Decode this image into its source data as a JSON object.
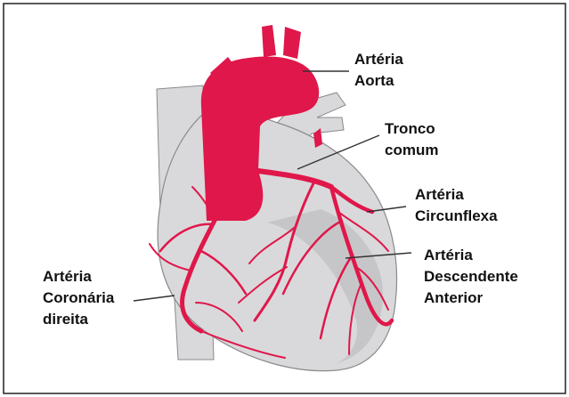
{
  "colors": {
    "artery": "#E0174A",
    "heart": "#D9D9DB",
    "heart_shade": "#BDBDC0",
    "outline": "#555555",
    "label": "#111111"
  },
  "labels": {
    "aorta": [
      "Artéria",
      "Aorta"
    ],
    "tronco": [
      "Tronco",
      "comum"
    ],
    "circunflexa": [
      "Artéria",
      "Circunflexa"
    ],
    "descendente": [
      "Artéria",
      "Descendente",
      "Anterior"
    ],
    "coronaria": [
      "Artéria",
      "Coronária",
      "direita"
    ]
  }
}
